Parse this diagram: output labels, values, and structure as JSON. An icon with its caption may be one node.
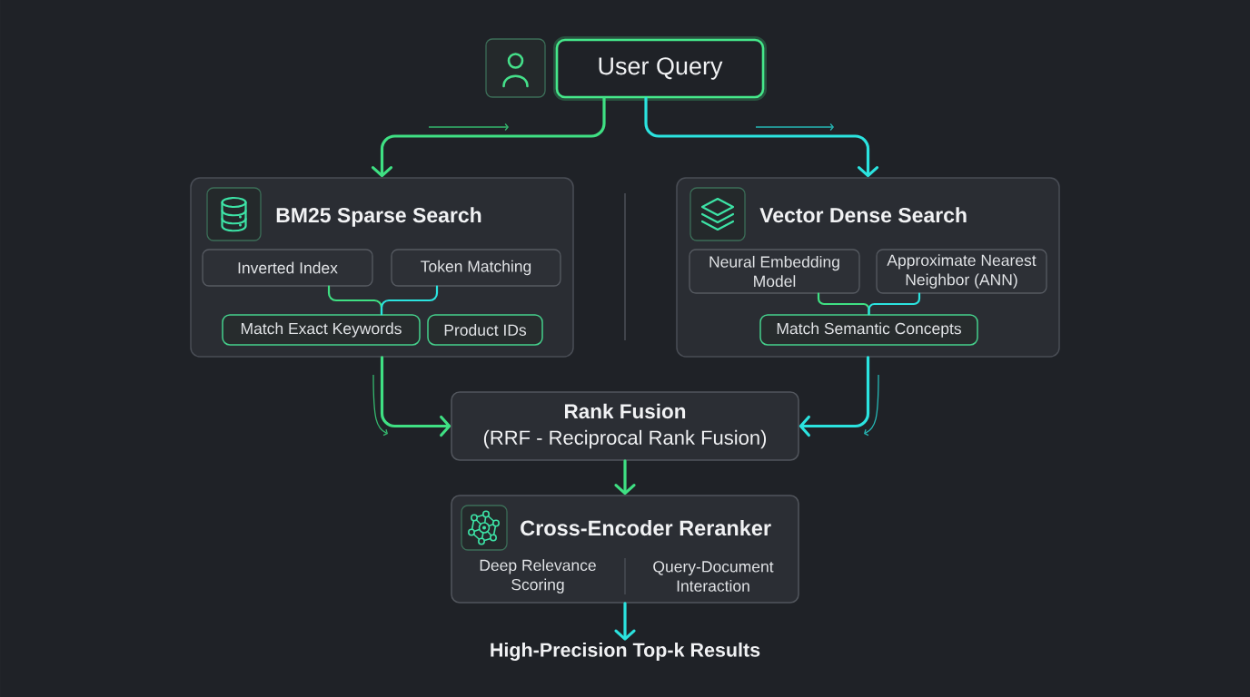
{
  "diagram": {
    "nodes": [
      {
        "text": [
          "User Query"
        ]
      },
      {
        "text": [
          "BM25 Sparse Search"
        ]
      },
      {
        "text": [
          "Inverted Index"
        ],
        "in": 1
      },
      {
        "text": [
          "Token Matching"
        ],
        "in": 1
      },
      {
        "text": [
          "Match Exact Keywords"
        ],
        "in": 1
      },
      {
        "text": [
          "Product IDs"
        ],
        "in": 1
      },
      {
        "text": [
          "Vector Dense Search"
        ]
      },
      {
        "text": [
          "Neural Embedding Model"
        ],
        "in": 6
      },
      {
        "text": [
          "Approximate Nearest Neighbor (ANN)"
        ],
        "in": 6
      },
      {
        "text": [
          "Match Semantic Concepts"
        ],
        "in": 6
      },
      {
        "text": [
          "Rank Fusion",
          "(RRF - Reciprocal Rank Fusion)"
        ]
      },
      {
        "text": [
          "Cross-Encoder Reranker",
          "Deep Relevance Scoring",
          "Query-Document Interaction"
        ]
      },
      {
        "text": [
          "High-Precision Top-k Results"
        ]
      }
    ],
    "edges": [
      {
        "from": 0,
        "to": 1,
        "arrow": "to"
      },
      {
        "from": 0,
        "to": 6,
        "arrow": "to",
        "color": "#2be3df"
      },
      {
        "from": 2,
        "to": 4,
        "arrow": "none"
      },
      {
        "from": 3,
        "to": 4,
        "arrow": "none",
        "color": "#2be3df"
      },
      {
        "from": 7,
        "to": 9,
        "arrow": "none"
      },
      {
        "from": 8,
        "to": 9,
        "arrow": "none",
        "color": "#2be3df"
      },
      {
        "from": 1,
        "to": 10,
        "arrow": "to"
      },
      {
        "from": 6,
        "to": 10,
        "arrow": "to",
        "color": "#2be3df"
      },
      {
        "from": 10,
        "to": 11,
        "arrow": "to"
      },
      {
        "from": 11,
        "to": 12,
        "arrow": "to",
        "color": "#2be3df"
      }
    ]
  }
}
